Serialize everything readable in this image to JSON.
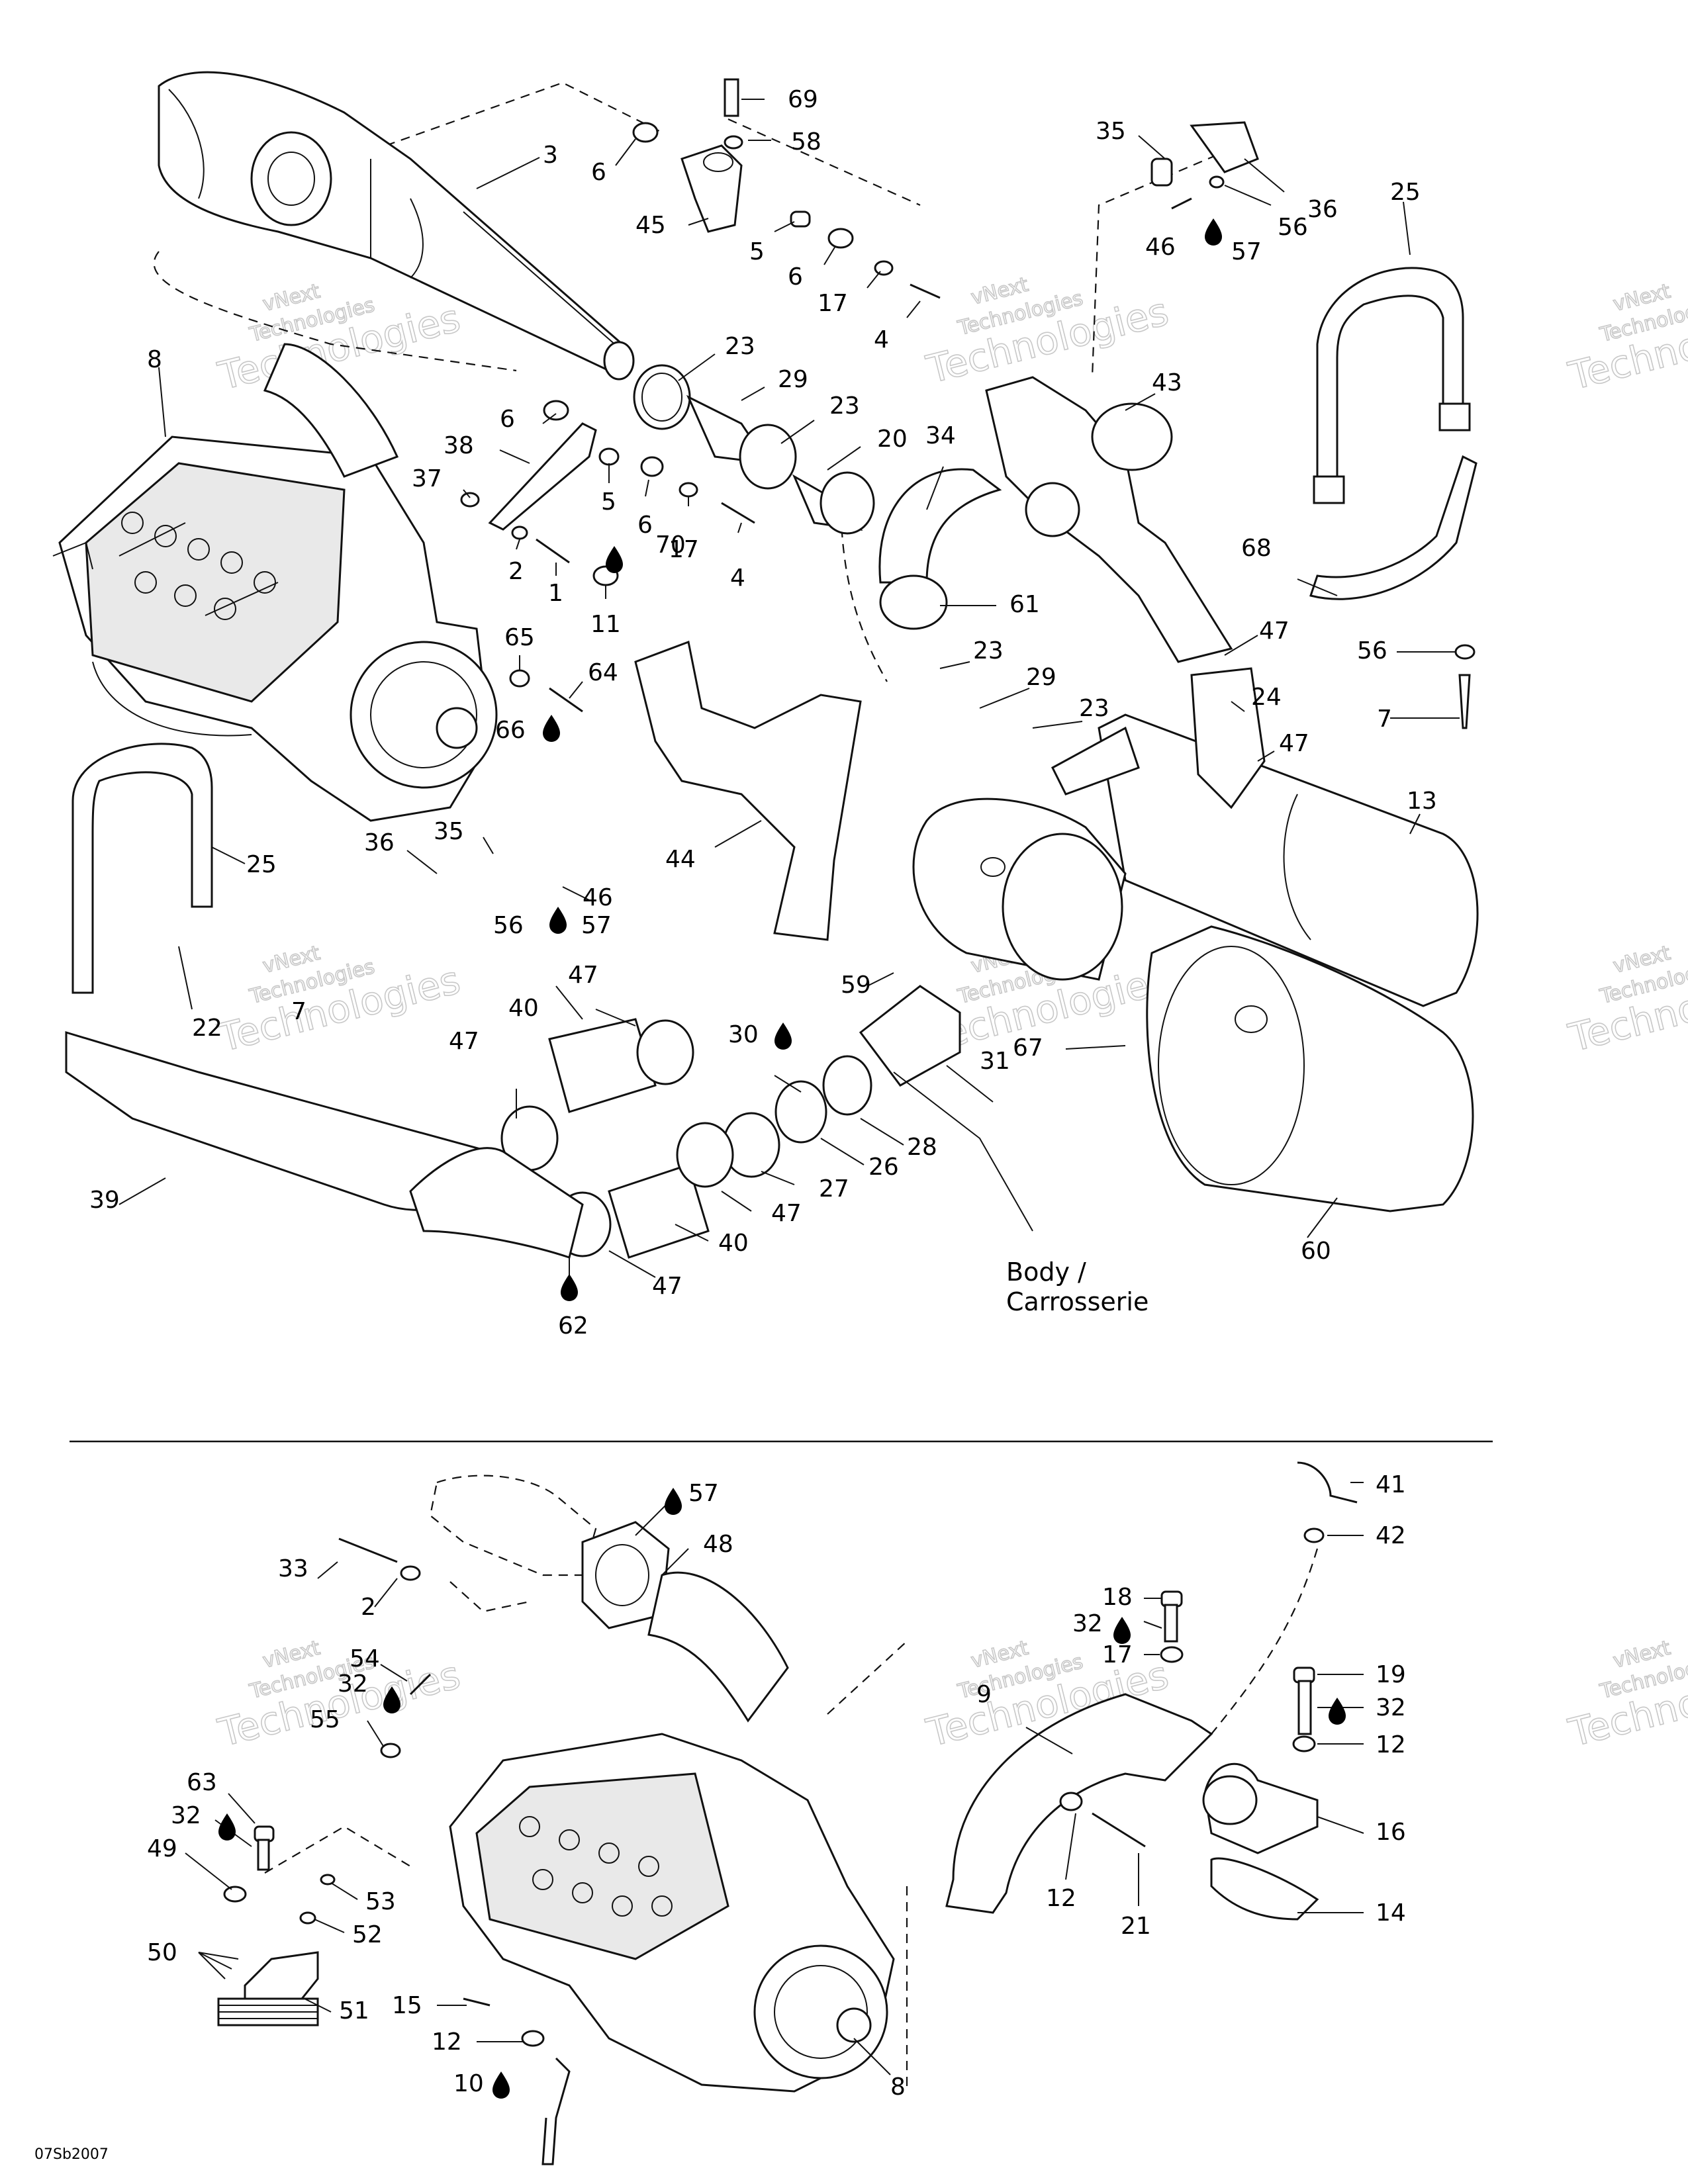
{
  "labels": {
    "l69": "69",
    "l58": "58",
    "l3": "3",
    "l6a": "6",
    "l45": "45",
    "l5a": "5",
    "l6b": "6",
    "l17a": "17",
    "l4a": "4",
    "l35a": "35",
    "l36a": "36",
    "l56a": "56",
    "l46a": "46",
    "l57a": "57",
    "l25a": "25",
    "l8a": "8",
    "l23a": "23",
    "l29a": "29",
    "l23b": "23",
    "l20": "20",
    "l6c": "6",
    "l38": "38",
    "l37": "37",
    "l5b": "5",
    "l6d": "6",
    "l17b": "17",
    "l4b": "4",
    "l2a": "2",
    "l1": "1",
    "l11": "11",
    "l70": "70",
    "l34": "34",
    "l43": "43",
    "l61": "61",
    "l68": "68",
    "l47a": "47",
    "l56b": "56",
    "l65": "65",
    "l64": "64",
    "l66": "66",
    "l23c": "23",
    "l29b": "29",
    "l23d": "23",
    "l24": "24",
    "l7a": "7",
    "l47b": "47",
    "l13": "13",
    "l25b": "25",
    "l36b": "36",
    "l35b": "35",
    "l46b": "46",
    "l56c": "56",
    "l57b": "57",
    "l44": "44",
    "l22": "22",
    "l7b": "7",
    "l59": "59",
    "l67": "67",
    "l47c": "47",
    "l40a": "40",
    "l47d": "47",
    "l30": "30",
    "l31": "31",
    "l28": "28",
    "l26": "26",
    "l27": "27",
    "l47e": "47",
    "l39": "39",
    "l40b": "40",
    "l47f": "47",
    "l62": "62",
    "l60": "60",
    "b41": "41",
    "b42": "42",
    "b57": "57",
    "b48": "48",
    "b33": "33",
    "b2": "2",
    "b18": "18",
    "b32a": "32",
    "b17": "17",
    "b19": "19",
    "b32b": "32",
    "b12a": "12",
    "b9": "9",
    "b54": "54",
    "b32c": "32",
    "b55": "55",
    "b16": "16",
    "b63": "63",
    "b32d": "32",
    "b49": "49",
    "b53": "53",
    "b52": "52",
    "b12b": "12",
    "b21": "21",
    "b14": "14",
    "b50": "50",
    "b51": "51",
    "b15": "15",
    "b12c": "12",
    "b10": "10",
    "b8": "8"
  },
  "body_caption": {
    "line1": "Body /",
    "line2": "Carrosserie"
  },
  "watermark": {
    "line1": "vNext",
    "line2": "Technologies",
    "line3": "Technologies"
  },
  "drawing_ref": "07Sb2007"
}
